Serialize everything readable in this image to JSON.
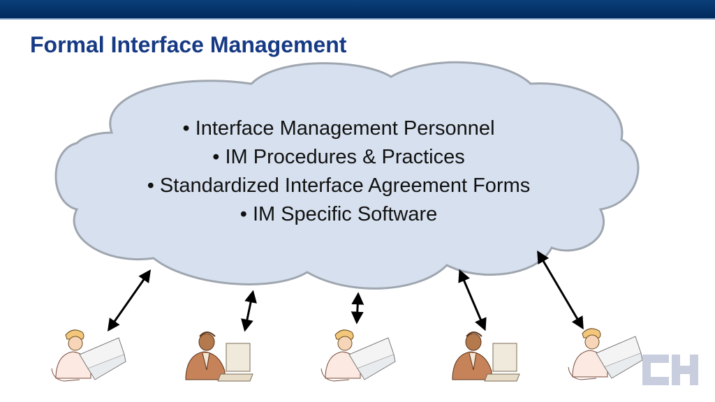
{
  "slide": {
    "title": "Formal Interface Management",
    "bullets": [
      "• Interface Management Personnel",
      "• IM Procedures & Practices",
      "• Standardized Interface Agreement Forms",
      "• IM Specific Software"
    ],
    "logo_text": "CH"
  },
  "people": [
    {
      "role": "engineer with blueprints",
      "icon": "engineer-blueprint-icon"
    },
    {
      "role": "worker at computer",
      "icon": "computer-worker-icon"
    },
    {
      "role": "engineer with blueprints",
      "icon": "engineer-blueprint-icon"
    },
    {
      "role": "worker at computer",
      "icon": "computer-worker-icon"
    },
    {
      "role": "engineer with blueprints",
      "icon": "engineer-blueprint-icon"
    }
  ],
  "colors": {
    "header_bar": "#0b3f7a",
    "title": "#173a84",
    "cloud_fill": "#d6e0ee",
    "cloud_stroke": "#9fa6b0",
    "logo": "#c8cede"
  }
}
